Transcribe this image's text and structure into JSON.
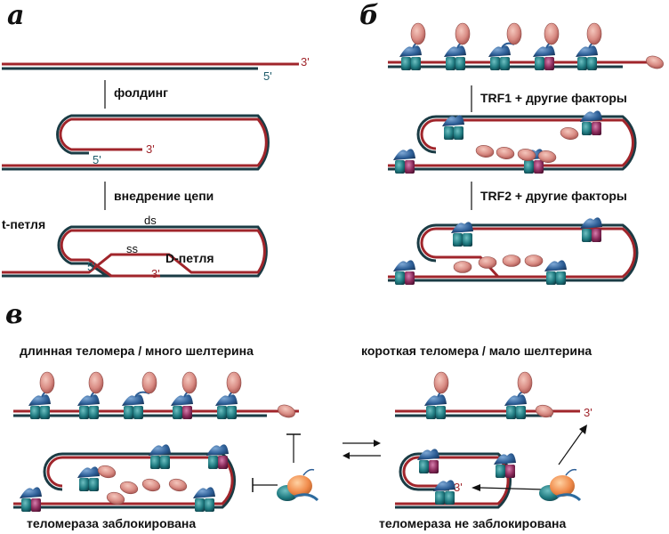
{
  "panels": {
    "a": "а",
    "b": "б",
    "c": "в"
  },
  "strand_ends": {
    "three_prime": "3'",
    "five_prime": "5'"
  },
  "panel_a": {
    "step1": "фолдинг",
    "step2": "внедрение цепи",
    "tloop": "t-петля",
    "ds": "ds",
    "ss": "ss",
    "dloop": "D-петля"
  },
  "panel_b": {
    "step1": "TRF1 + другие факторы",
    "step2": "TRF2 + другие факторы"
  },
  "panel_c": {
    "left_title": "длинная теломера / много шелтерина",
    "right_title": "короткая теломера / мало шелтерина",
    "left_caption": "теломераза заблокирована",
    "right_caption": "теломераза не заблокирована"
  },
  "colors": {
    "red_strand": "#a0252b",
    "dark_strand": "#1a3b44",
    "teal_protein": "#1f7a80",
    "pink_protein": "#d98c84",
    "magenta_protein": "#8a2a5a"
  }
}
